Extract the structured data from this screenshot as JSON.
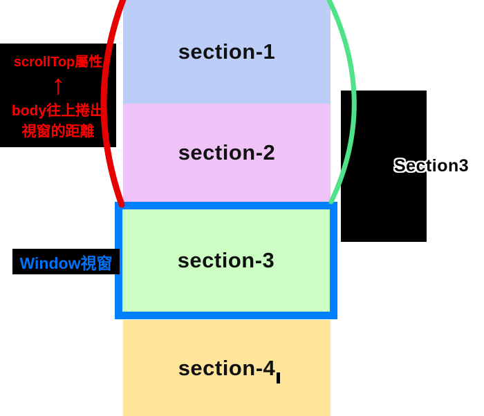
{
  "diagram_title": "scrollTop concept diagram",
  "sections": [
    {
      "id": "section-1",
      "label": "section-1",
      "bg": "#bccdf8"
    },
    {
      "id": "section-2",
      "label": "section-2",
      "bg": "#efc3f7"
    },
    {
      "id": "section-3",
      "label": "section-3",
      "bg": "#ccfec4"
    },
    {
      "id": "section-4",
      "label": "section-4",
      "bg": "#ffe49a"
    }
  ],
  "annotations": {
    "scrolltop": {
      "title": "scrollTop屬性",
      "arrow_glyph": "↑",
      "desc_line1": "body往上捲出",
      "desc_line2": "視窗的距離",
      "text_color": "#ff0000"
    },
    "window": {
      "label": "Window視窗",
      "text_color": "#0072f5"
    },
    "side": {
      "label": "Section3"
    }
  },
  "colors": {
    "viewport_border": "#0080ff",
    "red_arc": "#e60000",
    "green_arc": "#4fe289",
    "callout_bg": "#000000"
  }
}
